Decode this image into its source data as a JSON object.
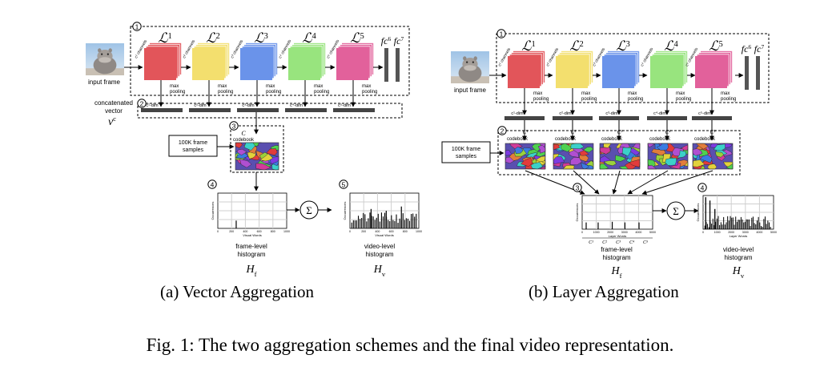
{
  "figure": {
    "caption": "Fig. 1: The two aggregation schemes and the final video representation.",
    "colors": {
      "layer1": "#e2555a",
      "layer2": "#f3df6e",
      "layer3": "#6a93ea",
      "layer4": "#98e47e",
      "layer5": "#e2619b",
      "fc": "#555555"
    }
  },
  "panel_a": {
    "caption": "(a) Vector Aggregation",
    "input_label": "input frame",
    "step_numbers": [
      "1",
      "2",
      "3",
      "4",
      "5"
    ],
    "layers": [
      {
        "name": "L",
        "sup": "1",
        "pool": [
          "max",
          "pooling"
        ],
        "dim": "c¹-dim"
      },
      {
        "name": "L",
        "sup": "2",
        "pool": [
          "max",
          "pooling"
        ],
        "dim": "c²-dim"
      },
      {
        "name": "L",
        "sup": "3",
        "pool": [
          "max",
          "pooling"
        ],
        "dim": "c³-dim"
      },
      {
        "name": "L",
        "sup": "4",
        "pool": [
          "max",
          "pooling"
        ],
        "dim": "c⁴-dim"
      },
      {
        "name": "L",
        "sup": "5",
        "pool": [
          "max",
          "pooling"
        ],
        "dim": "c⁵-dim"
      }
    ],
    "channel_labels": [
      "c¹ channels",
      "c² channels",
      "c³ channels",
      "c⁴ channels",
      "c⁵ channels"
    ],
    "fc_labels": [
      {
        "base": "fc",
        "sup": "6"
      },
      {
        "base": "fc",
        "sup": "7"
      }
    ],
    "concat_label": [
      "concatenated",
      "vector"
    ],
    "concat_symbol": {
      "base": "v",
      "sup": "c"
    },
    "samples_label": [
      "100K frame",
      "samples"
    ],
    "codebook": {
      "symbol": "C",
      "label": "codebook"
    },
    "frame_hist": {
      "label": [
        "frame-level",
        "histogram"
      ],
      "symbol": {
        "base": "H",
        "sub": "f"
      },
      "xlabel": "Visual Words",
      "ylabel": "Occurrences",
      "ticks": [
        "0",
        "200",
        "400",
        "600",
        "800",
        "1000"
      ]
    },
    "video_hist": {
      "label": [
        "video-level",
        "histogram"
      ],
      "symbol": {
        "base": "H",
        "sub": "v"
      },
      "xlabel": "Visual Words",
      "ylabel": "Occurrences",
      "ticks": [
        "0",
        "200",
        "400",
        "600",
        "800",
        "1000"
      ]
    },
    "sum_symbol": "Σ"
  },
  "panel_b": {
    "caption": "(b) Layer Aggregation",
    "input_label": "input frame",
    "step_numbers": [
      "1",
      "2",
      "3",
      "4"
    ],
    "layers": [
      {
        "name": "L",
        "sup": "1",
        "pool": [
          "max",
          "pooling"
        ],
        "dim": "c¹-dim",
        "codebook": "C¹"
      },
      {
        "name": "L",
        "sup": "2",
        "pool": [
          "max",
          "pooling"
        ],
        "dim": "c²-dim",
        "codebook": "C²"
      },
      {
        "name": "L",
        "sup": "3",
        "pool": [
          "max",
          "pooling"
        ],
        "dim": "c³-dim",
        "codebook": "C³"
      },
      {
        "name": "L",
        "sup": "4",
        "pool": [
          "max",
          "pooling"
        ],
        "dim": "c⁴-dim",
        "codebook": "C⁴"
      },
      {
        "name": "L",
        "sup": "5",
        "pool": [
          "max",
          "pooling"
        ],
        "dim": "c⁵-dim",
        "codebook": "C⁵"
      }
    ],
    "channel_labels": [
      "c¹ channels",
      "c² channels",
      "c³ channels",
      "c⁴ channels",
      "c⁵ channels"
    ],
    "fc_labels": [
      {
        "base": "fc",
        "sup": "6"
      },
      {
        "base": "fc",
        "sup": "7"
      }
    ],
    "codebook_label": "codebook",
    "samples_label": [
      "100K frame",
      "samples"
    ],
    "frame_hist": {
      "label": [
        "frame-level",
        "histogram"
      ],
      "symbol": {
        "base": "H",
        "sub": "f"
      },
      "xlabel": "Layer Words",
      "ylabel": "Occurrences",
      "ticks": [
        "0",
        "1000",
        "2000",
        "3000",
        "4000",
        "5000"
      ],
      "brackets": [
        "C¹",
        "C²",
        "C³",
        "C⁴",
        "C⁵"
      ]
    },
    "video_hist": {
      "label": [
        "video-level",
        "histogram"
      ],
      "symbol": {
        "base": "H",
        "sub": "v"
      },
      "xlabel": "Layer Words",
      "ylabel": "Occurrences",
      "ticks": [
        "0",
        "1000",
        "2000",
        "3000",
        "4000",
        "5000"
      ]
    },
    "sum_symbol": "Σ"
  }
}
